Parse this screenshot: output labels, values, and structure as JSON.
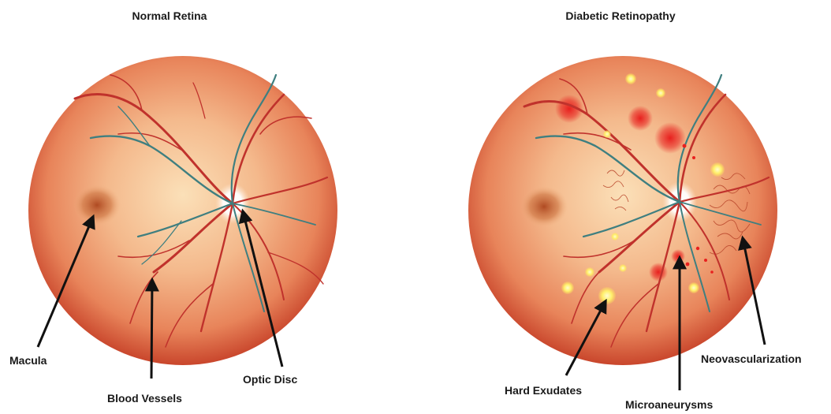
{
  "panels": {
    "normal": {
      "title": "Normal Retina",
      "labels": {
        "macula": "Macula",
        "blood_vessels": "Blood Vessels",
        "optic_disc": "Optic Disc"
      }
    },
    "diabetic": {
      "title": "Diabetic Retinopathy",
      "labels": {
        "hard_exudates": "Hard Exudates",
        "microaneurysms": "Microaneurysms",
        "neovascularization": "Neovascularization"
      }
    }
  },
  "colors": {
    "retina_center": "#f7c79a",
    "retina_edge": "#d65a3a",
    "vessel_artery": "#c0322c",
    "vessel_vein": "#3f7f80",
    "macula": "#b8552b",
    "optic_disc": "#ffffff",
    "exudate": "#fff06a",
    "hemorrhage": "#e8201e"
  }
}
